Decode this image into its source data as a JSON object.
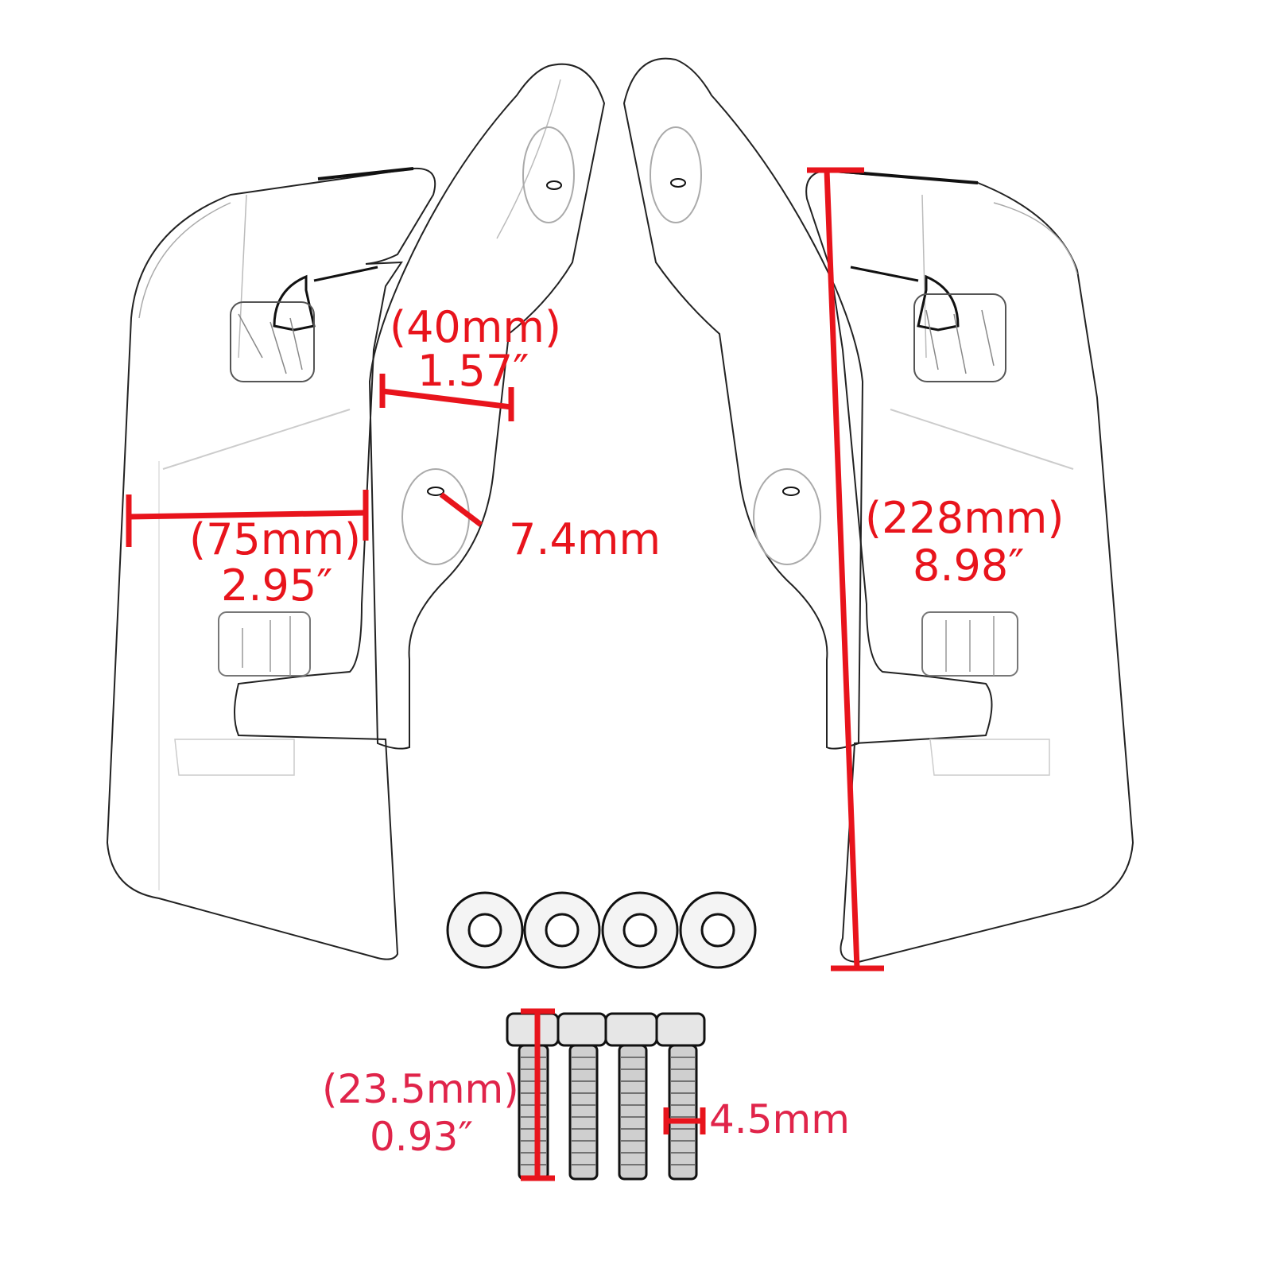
{
  "diagram": {
    "title": "Side fairing deflector kit dimensions",
    "colors": {
      "dimension_red": "#e8141c",
      "hardware_label_pink": "#e0244a",
      "outline": "#111111",
      "background": "#ffffff"
    },
    "parts": [
      {
        "name": "left-outer-panel"
      },
      {
        "name": "left-inner-deflector"
      },
      {
        "name": "right-inner-deflector"
      },
      {
        "name": "right-outer-panel"
      },
      {
        "name": "washers",
        "count": 4
      },
      {
        "name": "socket-head-bolts",
        "count": 4
      }
    ],
    "dimensions": {
      "deflector_width": {
        "metric": "(40mm)",
        "imperial": "1.57″"
      },
      "panel_width": {
        "metric": "(75mm)",
        "imperial": "2.95″"
      },
      "hole_diameter": {
        "metric": "7.4mm"
      },
      "panel_height": {
        "metric": "(228mm)",
        "imperial": "8.98″"
      },
      "bolt_length": {
        "metric": "(23.5mm)",
        "imperial": "0.93″"
      },
      "bolt_diameter": {
        "metric": "4.5mm"
      }
    }
  }
}
